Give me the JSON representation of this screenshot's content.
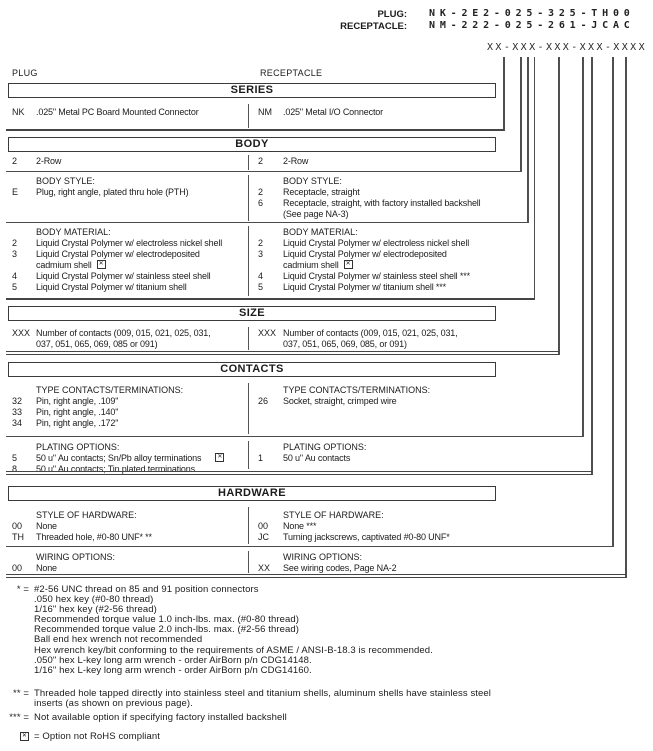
{
  "part_numbers": {
    "plug_label": "PLUG:",
    "plug_value": "NK-2E2-025-325-TH00",
    "receptacle_label": "RECEPTACLE:",
    "receptacle_value": "NM-222-025-261-JCAC",
    "format_template": "XX-XXX-XXX-XXX-XXXX"
  },
  "column_headers": {
    "left": "PLUG",
    "right": "RECEPTACLE"
  },
  "series": {
    "title": "SERIES",
    "left_code": "NK",
    "left_desc": ".025\" Metal PC Board Mounted Connector",
    "right_code": "NM",
    "right_desc": ".025\" Metal I/O Connector"
  },
  "body": {
    "title": "BODY",
    "row1": {
      "left_code": "2",
      "left_desc": "2-Row",
      "right_code": "2",
      "right_desc": "2-Row"
    },
    "style": {
      "left_heading": "BODY STYLE:",
      "left_items": [
        {
          "code": "E",
          "line1": "Plug, right angle, plated thru hole (PTH)"
        }
      ],
      "right_heading": "BODY STYLE:",
      "right_items": [
        {
          "code": "2",
          "line1": "Receptacle, straight"
        },
        {
          "code": "6",
          "line1": "Receptacle, straight, with factory installed backshell",
          "line2": "(See page NA-3)"
        }
      ]
    },
    "material": {
      "left_heading": "BODY MATERIAL:",
      "left_items": [
        {
          "code": "2",
          "line1": "Liquid Crystal Polymer w/ electroless nickel shell"
        },
        {
          "code": "3",
          "line1": "Liquid Crystal Polymer w/ electrodeposited",
          "line2": "cadmium shell"
        },
        {
          "code": "4",
          "line1": "Liquid Crystal Polymer w/ stainless steel shell"
        },
        {
          "code": "5",
          "line1": "Liquid Crystal Polymer w/ titanium shell"
        }
      ],
      "right_heading": "BODY MATERIAL:",
      "right_items": [
        {
          "code": "2",
          "line1": "Liquid Crystal Polymer w/ electroless nickel shell"
        },
        {
          "code": "3",
          "line1": "Liquid Crystal Polymer w/ electrodeposited",
          "line2": "cadmium shell"
        },
        {
          "code": "4",
          "line1": "Liquid Crystal Polymer w/ stainless steel shell ***"
        },
        {
          "code": "5",
          "line1": "Liquid Crystal Polymer w/ titanium shell ***"
        }
      ]
    }
  },
  "size": {
    "title": "SIZE",
    "left_code": "XXX",
    "left_line1": "Number of contacts (009, 015, 021, 025, 031,",
    "left_line2": "037, 051, 065, 069, 085 or 091)",
    "right_code": "XXX",
    "right_line1": "Number of contacts (009, 015, 021, 025, 031,",
    "right_line2": "037, 051, 065, 069, 085, or 091)"
  },
  "contacts": {
    "title": "CONTACTS",
    "type": {
      "left_heading": "TYPE CONTACTS/TERMINATIONS:",
      "left_items": [
        {
          "code": "32",
          "line1": "Pin, right angle, .109\""
        },
        {
          "code": "33",
          "line1": "Pin, right angle, .140\""
        },
        {
          "code": "34",
          "line1": "Pin, right angle, .172\""
        }
      ],
      "right_heading": "TYPE CONTACTS/TERMINATIONS:",
      "right_items": [
        {
          "code": "26",
          "line1": "Socket, straight, crimped wire"
        }
      ]
    },
    "plating": {
      "left_heading": "PLATING OPTIONS:",
      "left_items": [
        {
          "code": "5",
          "line1": "50 u\" Au contacts; Sn/Pb alloy terminations"
        },
        {
          "code": "8",
          "line1": "50 u\" Au contacts; Tin plated terminations"
        }
      ],
      "right_heading": "PLATING OPTIONS:",
      "right_items": [
        {
          "code": "1",
          "line1": "50 u\" Au contacts"
        }
      ]
    }
  },
  "hardware": {
    "title": "HARDWARE",
    "style": {
      "left_heading": "STYLE OF HARDWARE:",
      "left_items": [
        {
          "code": "00",
          "line1": "None"
        },
        {
          "code": "TH",
          "line1": "Threaded hole, #0-80 UNF* **"
        }
      ],
      "right_heading": "STYLE OF HARDWARE:",
      "right_items": [
        {
          "code": "00",
          "line1": "None ***"
        },
        {
          "code": "JC",
          "line1": "Turning jackscrews, captivated #0-80 UNF*"
        }
      ]
    },
    "wiring": {
      "left_heading": "WIRING OPTIONS:",
      "left_items": [
        {
          "code": "00",
          "line1": "None"
        }
      ],
      "right_heading": "WIRING OPTIONS:",
      "right_items": [
        {
          "code": "XX",
          "line1": "See wiring codes, Page NA-2"
        }
      ]
    }
  },
  "footnotes": {
    "star": {
      "marker": "* =",
      "text": "#2-56 UNC thread on 85 and 91 position connectors",
      "sublines": [
        ".050 hex key (#0-80 thread)",
        "1/16\" hex key (#2-56 thread)",
        "Recommended torque value 1.0 inch-lbs. max. (#0-80 thread)",
        "Recommended torque value 2.0 inch-lbs. max. (#2-56 thread)",
        "Ball end hex wrench not recommended",
        "Hex wrench key/bit conforming to the requirements of ASME / ANSI-B-18.3 is recommended.",
        ".050\" hex L-key long arm wrench - order AirBorn p/n CDG14148.",
        "1/16\" hex L-key long arm wrench - order AirBorn p/n CDG14160."
      ]
    },
    "dstar": {
      "marker": "** =",
      "text": "Threaded hole tapped directly into stainless steel and titanium shells, aluminum shells have stainless steel",
      "line2": "inserts (as shown on previous page)."
    },
    "tstar": {
      "marker": "*** =",
      "text": "Not available option if specifying factory installed backshell"
    },
    "rohs": {
      "text": "= Option not RoHS compliant"
    }
  }
}
